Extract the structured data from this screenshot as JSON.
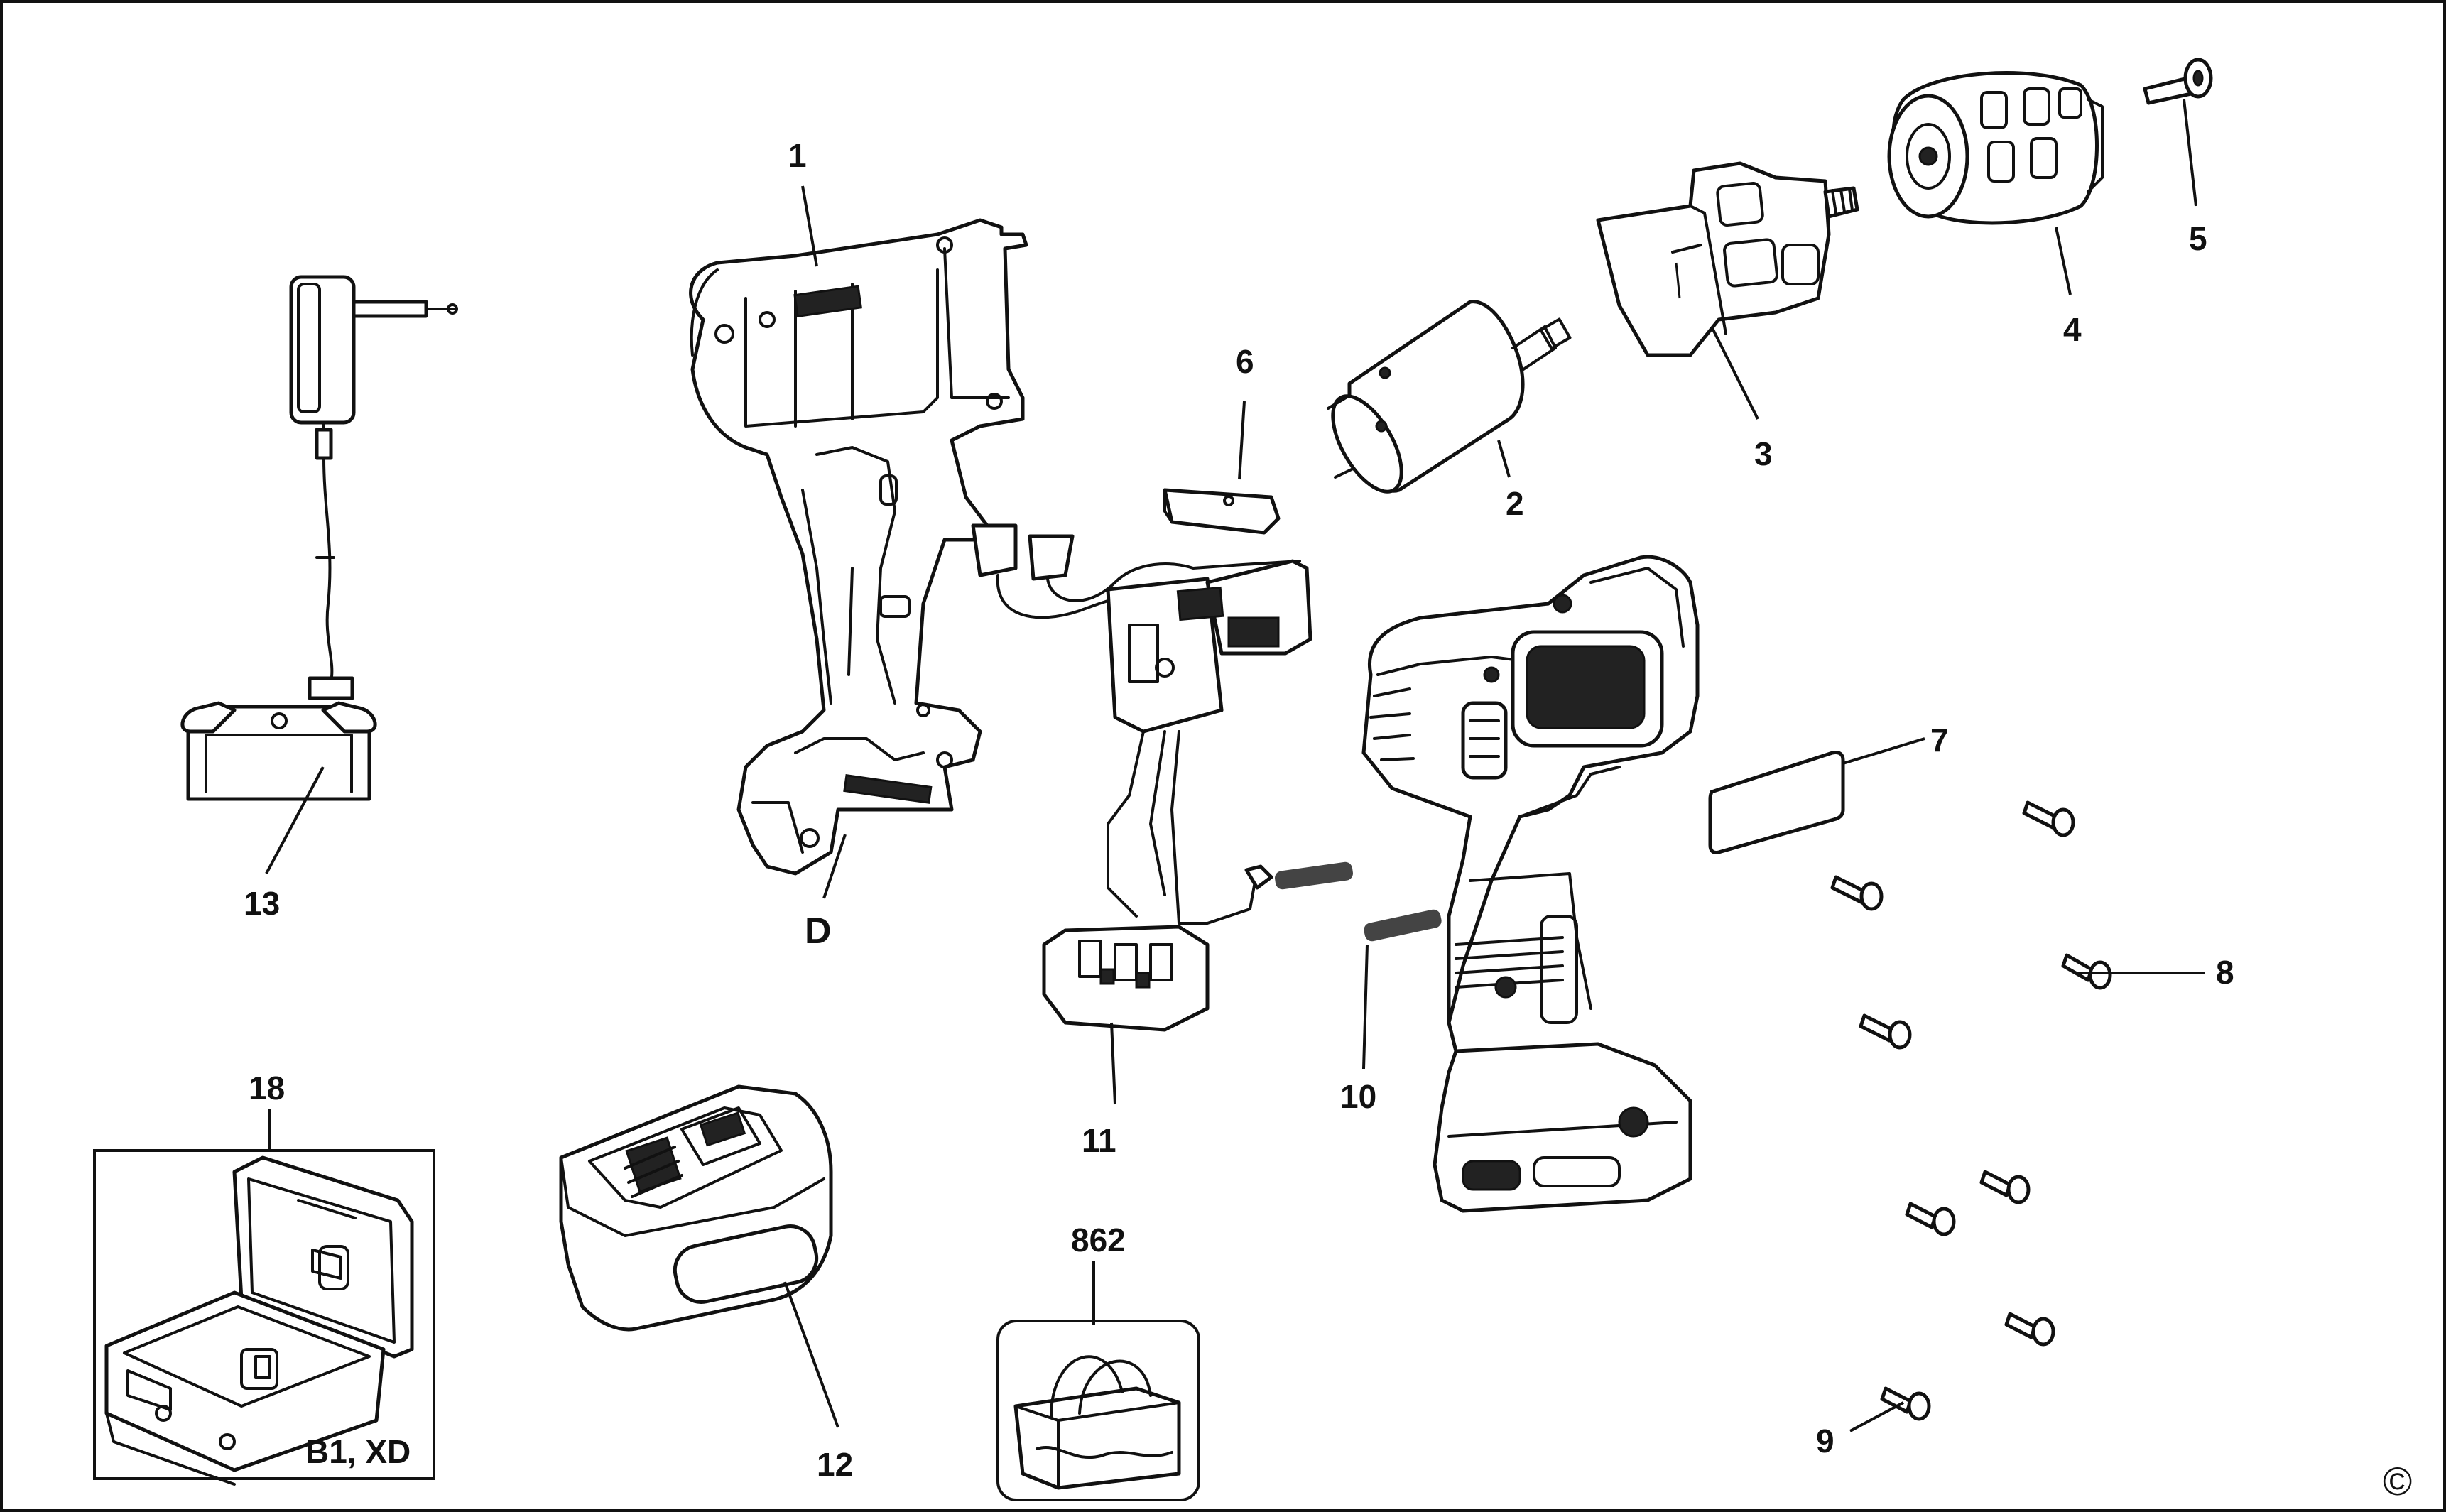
{
  "diagram": {
    "labels": {
      "p1": "1",
      "p2": "2",
      "p3": "3",
      "p4": "4",
      "p5": "5",
      "p6": "6",
      "p7": "7",
      "p8": "8",
      "p9": "9",
      "p10": "10",
      "p11": "11",
      "p12": "12",
      "p13": "13",
      "p18": "18",
      "pD": "D",
      "p862": "862",
      "kit_code": "B1, XD",
      "copyright": "©"
    }
  }
}
